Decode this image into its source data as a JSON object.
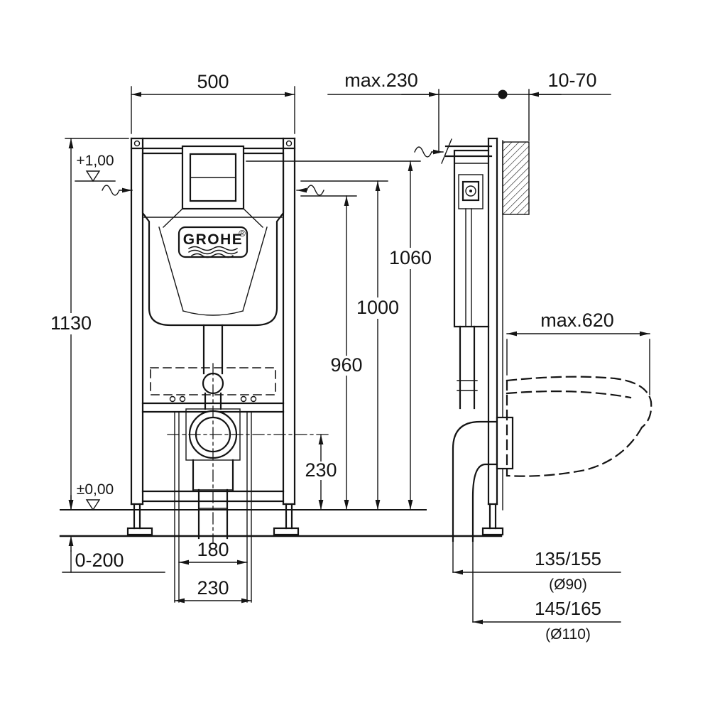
{
  "drawing": {
    "brand": "GROHE",
    "brand_reg": "®",
    "front": {
      "dim_width": "500",
      "dim_height": "1130",
      "level_top": "+1,00",
      "level_floor": "±0,00",
      "dim_1060": "1060",
      "dim_1000": "1000",
      "dim_960": "960",
      "dim_outlet_height": "230",
      "dim_floor_adjust": "0-200",
      "dim_spacing_180": "180",
      "dim_spacing_230": "230"
    },
    "side": {
      "dim_depth": "max.230",
      "dim_wall": "10-70",
      "dim_bowl": "max.620",
      "outlet_90": "135/155",
      "outlet_90_dia": "(Ø90)",
      "outlet_110": "145/165",
      "outlet_110_dia": "(Ø110)"
    }
  }
}
